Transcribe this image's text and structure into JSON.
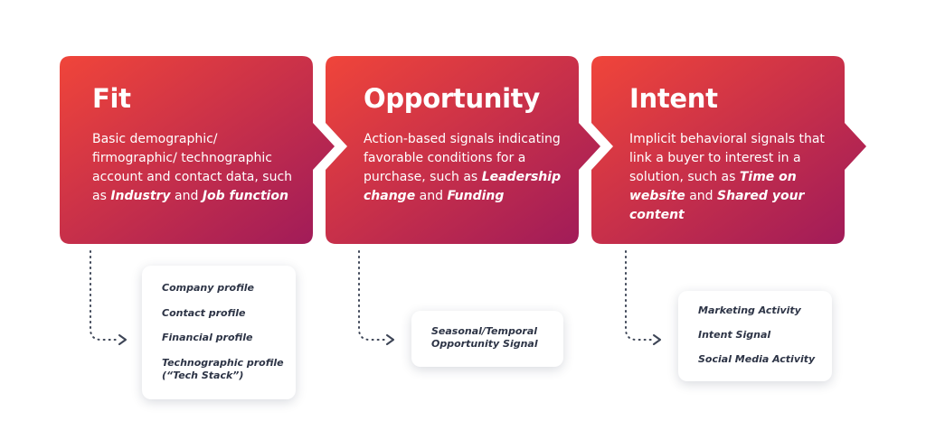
{
  "colors": {
    "gradient_start": "#f0453a",
    "gradient_end": "#9e1a5a",
    "connector": "#3d4556",
    "box_text": "#2d3446"
  },
  "stages": [
    {
      "title": "Fit",
      "description": [
        {
          "text": "Basic demographic/ firmographic/ technographic account and contact data, such as "
        },
        {
          "text": "Industry",
          "emphasis": true
        },
        {
          "text": " and "
        },
        {
          "text": "Job function",
          "emphasis": true
        }
      ],
      "signals": [
        "Company profile",
        "Contact profile",
        "Financial profile",
        "Technographic profile (“Tech Stack”)"
      ]
    },
    {
      "title": "Opportunity",
      "description": [
        {
          "text": "Action-based signals indicating favorable conditions for a purchase, such as "
        },
        {
          "text": "Leadership change",
          "emphasis": true
        },
        {
          "text": " and "
        },
        {
          "text": "Funding",
          "emphasis": true
        }
      ],
      "signals": [
        "Seasonal/Temporal Opportunity Signal"
      ]
    },
    {
      "title": "Intent",
      "description": [
        {
          "text": "Implicit behavioral signals that link a buyer to interest in a solution, such as "
        },
        {
          "text": "Time on website",
          "emphasis": true
        },
        {
          "text": " and "
        },
        {
          "text": "Shared your content",
          "emphasis": true
        }
      ],
      "signals": [
        "Marketing Activity",
        "Intent Signal",
        "Social Media Activity"
      ]
    }
  ]
}
